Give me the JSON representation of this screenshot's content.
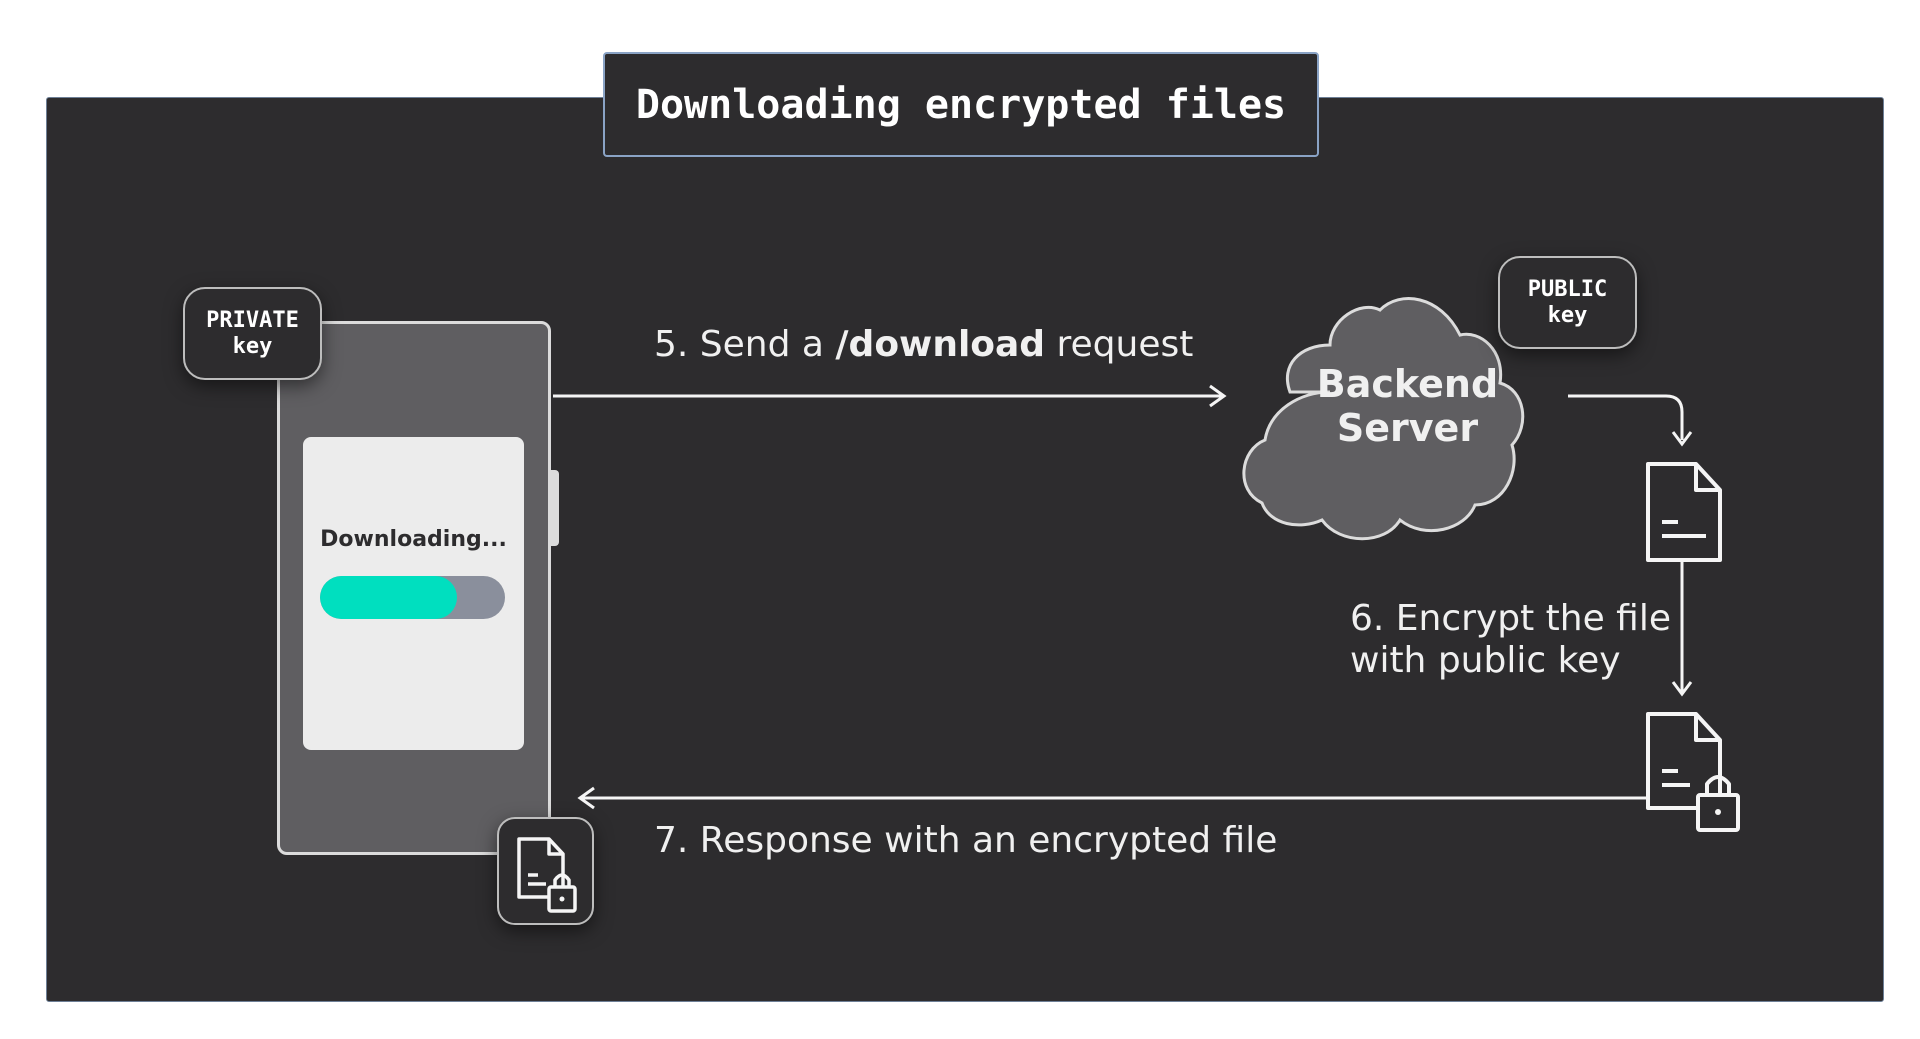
{
  "title": "Downloading encrypted files",
  "private_key": {
    "line1": "PRIVATE",
    "line2": "key"
  },
  "public_key": {
    "line1": "PUBLIC",
    "line2": "key"
  },
  "phone": {
    "status_text": "Downloading...",
    "progress": 0.74
  },
  "server": {
    "line1": "Backend",
    "line2": "Server"
  },
  "steps": {
    "step5_prefix": "5. Send a ",
    "step5_bold": "/download",
    "step5_suffix": " request",
    "step6_line1": "6. Encrypt the file",
    "step6_line2": "with public key",
    "step7": "7. Response with an encrypted file"
  },
  "colors": {
    "background": "#2d2c2e",
    "accent": "#00dfbf",
    "title_border": "#8aa3c5"
  },
  "icons": [
    "document-icon",
    "locked-document-icon",
    "cloud-icon",
    "arrow-right-icon",
    "arrow-left-icon",
    "arrow-down-icon"
  ]
}
